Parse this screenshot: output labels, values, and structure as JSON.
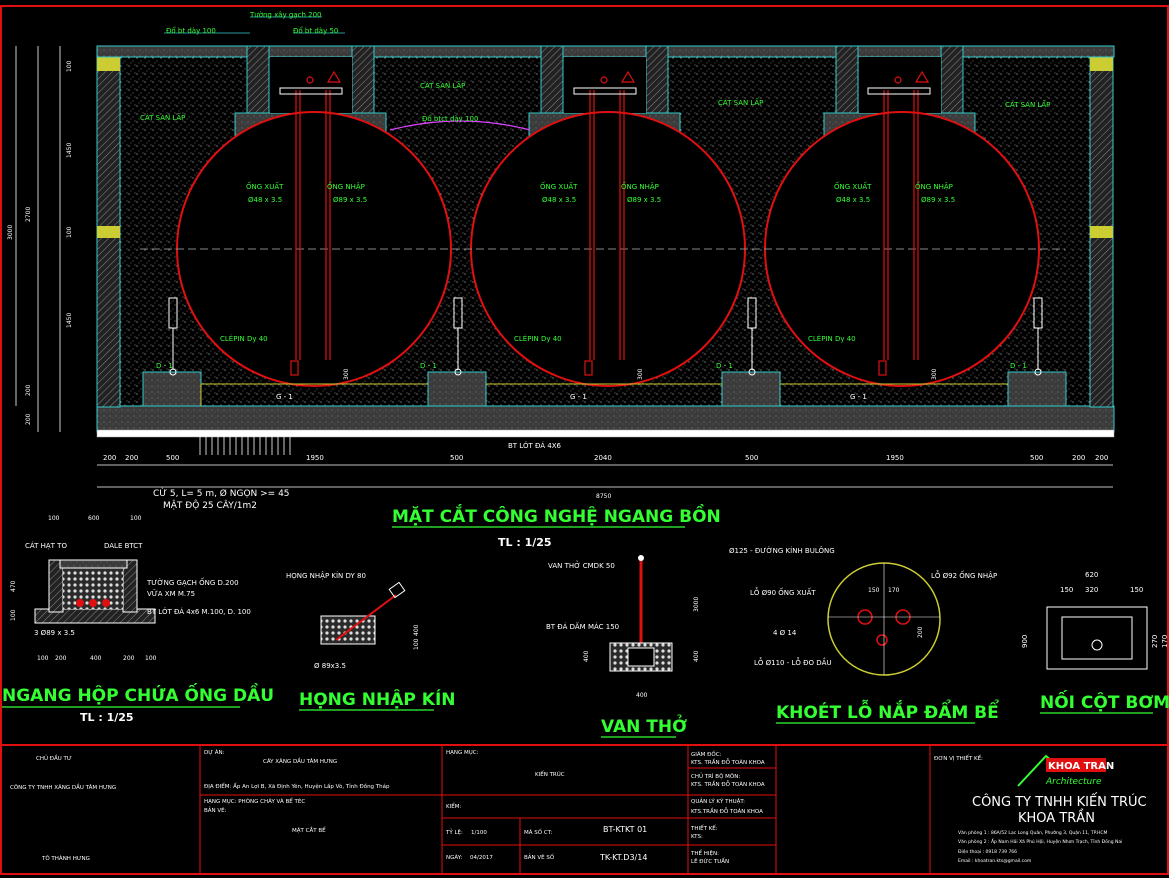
{
  "section": {
    "title": "MẶT CẮT CÔNG NGHỆ NGANG BỒN",
    "scale": "TL : 1/25",
    "labels": {
      "wall": "Tường xây gạch 200",
      "slab100": "Đổ bt dày 100",
      "slab50": "Đổ bt dày 50",
      "slab100_mid": "Đổ btct dày 100",
      "sand": "CÁT SAN LẤP",
      "pipe_out": "ỐNG XUẤT",
      "pipe_out_d": "Ø48 x 3.5",
      "pipe_in": "ỐNG NHẬP",
      "pipe_in_d": "Ø89 x 3.5",
      "clepin": "CLÉPIN Dy 40",
      "d1": "D - 1",
      "g1": "G - 1",
      "lean": "BT LÓT ĐÁ 4X6",
      "piles1": "CỪ 5, L= 5 m, Ø NGỌN >= 45",
      "piles2": "MẬT ĐỘ 25 CÂY/1m2",
      "total": "8750"
    },
    "dims_bottom": [
      "200",
      "200",
      "500",
      "1950",
      "500",
      "2040",
      "500",
      "1950",
      "500",
      "200",
      "200"
    ],
    "dims_left": [
      "100",
      "1450",
      "100",
      "1450",
      "200",
      "200"
    ],
    "dims_left_total": [
      "3000",
      "2700"
    ],
    "dims_small": [
      "300",
      "300",
      "300"
    ]
  },
  "detail1": {
    "title": "NGANG HỘP CHỨA ỐNG DẦU",
    "scale": "TL : 1/25",
    "top_dims": [
      "100",
      "600",
      "100"
    ],
    "labels": [
      "CÁT HẠT TO",
      "DALE BTCT",
      "TƯỜNG GẠCH ỐNG D.200",
      "VỮA XM M.75",
      "BT LÓT ĐÁ 4x6 M.100, D. 100",
      "3 Ø89 x 3.5"
    ],
    "side_dims": [
      "470",
      "100"
    ],
    "bot_dims": [
      "100",
      "200",
      "400",
      "200",
      "100"
    ]
  },
  "detail2": {
    "title": "HỌNG NHẬP KÍN",
    "labels": [
      "HỌNG NHẬP KÍN DY 80",
      "Ø 89x3.5"
    ],
    "dims": [
      "400",
      "100"
    ]
  },
  "detail3": {
    "title": "VAN THỞ",
    "labels": [
      "VAN THỞ CMDK 50",
      "BT ĐÁ DĂM MÁC 150"
    ],
    "dims": [
      "3000",
      "400",
      "400",
      "400"
    ]
  },
  "detail4": {
    "title": "KHOÉT LỖ NẮP ĐẨM BỂ",
    "labels": [
      "Ø125 - ĐƯỜNG KÍNH BULÔNG",
      "LỖ Ø90 ỐNG XUẤT",
      "LỖ Ø92 ỐNG NHẬP",
      "4 Ø 14",
      "LỖ Ø110 - LỖ ĐO DẦU"
    ],
    "dims": [
      "150",
      "170",
      "200"
    ]
  },
  "detail5": {
    "title": "NỐI CỘT BƠM",
    "dims": [
      "620",
      "150",
      "320",
      "150",
      "900",
      "270",
      "170"
    ]
  },
  "titleblock": {
    "owner_label": "CHỦ ĐẦU TƯ",
    "owner": "CÔNG TY TNHH XĂNG DẦU TÂM HƯNG",
    "owner_sign": "TÔ THÀNH HƯNG",
    "project_label": "DỰ ÁN:",
    "project": "CÂY XĂNG DẦU TÂM HƯNG",
    "location": "ĐỊA ĐIỂM:   Ấp An Lợi B, Xã Định Yên, Huyện Lấp Vò, Tỉnh Đồng Tháp",
    "item_label": "HẠNG MỤC: PHÒNG CHÁY VÀ BỂ TÉC",
    "drawing_label": "BẢN VẼ:",
    "drawing": "MẶT CẮT BỂ",
    "hangmuc_label": "HẠNG MỤC:",
    "hangmuc": "KIẾN TRÚC",
    "check_label": "KIỂM:",
    "scale_label": "TỶ LỆ:",
    "scale": "1/100",
    "code_label": "MÃ SỐ CT:",
    "code": "BT-KTKT 01",
    "date_label": "NGÀY:",
    "date": "04/2017",
    "sheet_label": "BẢN VẼ SỐ",
    "sheet": "TK-KT.D3/14",
    "roles": [
      {
        "r": "GIÁM ĐỐC:",
        "n": "KTS. TRẦN ĐỖ TOÀN KHOA"
      },
      {
        "r": "CHỦ TRÌ BỘ MÔN:",
        "n": "KTS. TRẦN ĐỖ TOÀN KHOA"
      },
      {
        "r": "QUẢN LÝ KỸ THUẬT:",
        "n": "KTS.TRẦN ĐỖ TOÀN KHOA"
      },
      {
        "r": "THIẾT KẾ:",
        "n": "KTS:"
      },
      {
        "r": "THỂ HIỆN:",
        "n": "LÊ ĐỨC TUẤN"
      }
    ],
    "designer_label": "ĐƠN VỊ THIẾT KẾ:",
    "logo1": "KHOA TRAN",
    "logo2": "Architecture",
    "company1": "CÔNG TY TNHH KIẾN TRÚC",
    "company2": "KHOA TRẦN",
    "address1": "Văn phòng 1 : 86A/52 Lạc Long Quân, Phường 3, Quận 11, TP.HCM",
    "address2": "Văn phòng 2 : Ấp Nam Hải Xã Phú Hội, Huyện Nhơn Trạch, Tỉnh Đồng Nai",
    "phone": "Điện thoại : 0918 739 766",
    "email": "Email        :  khoatran.kts@gmail.com"
  }
}
